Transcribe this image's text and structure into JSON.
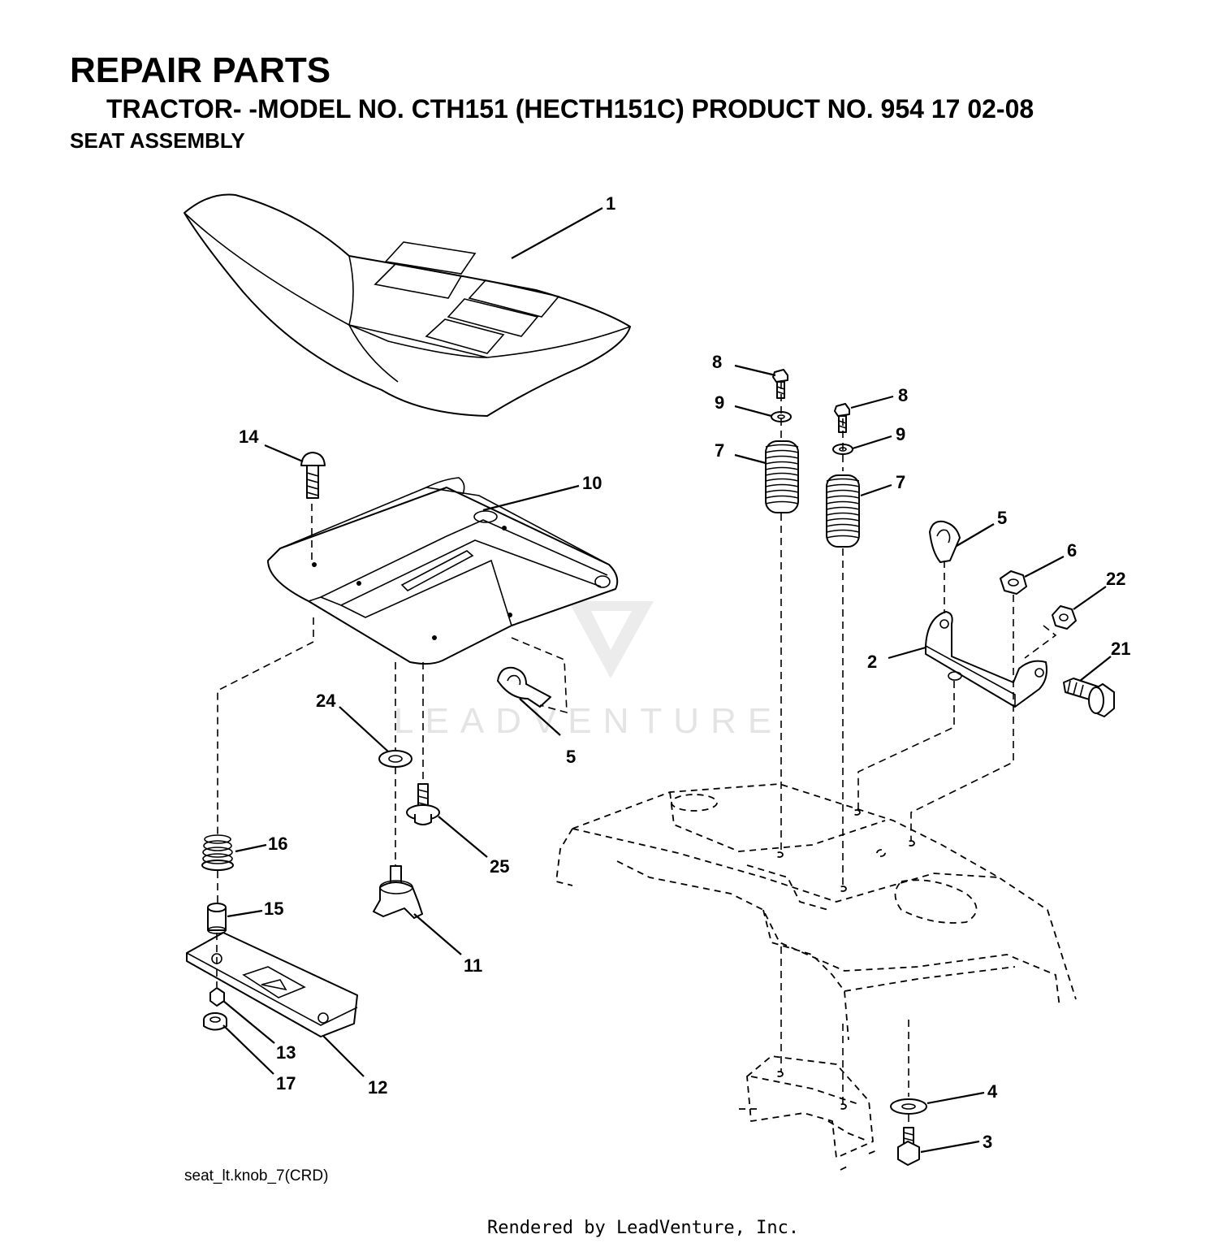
{
  "header": {
    "title": "REPAIR PARTS",
    "subtitle": "TRACTOR- -MODEL NO. CTH151 (HECTH151C) PRODUCT NO. 954 17 02-08",
    "section": "SEAT ASSEMBLY"
  },
  "watermark": "LEADVENTURE",
  "callouts": {
    "seat": "1",
    "seat_bracket": "2",
    "bolt_bottom": "3",
    "washer_bottom": "4",
    "clip_right": "5",
    "nut_right": "6",
    "spring_left": "7",
    "spring_right": "7",
    "bolt_left": "8",
    "bolt_right": "8",
    "washer_left": "9",
    "washer_right": "9",
    "seat_pan": "10",
    "knob": "11",
    "slide_plate": "12",
    "nut_slide": "13",
    "carriage_bolt": "14",
    "spacer": "15",
    "spring_small": "16",
    "washer_slide": "17",
    "shoulder_bolt": "21",
    "nut_flange": "22",
    "washer_pan": "24",
    "screw_pan": "25",
    "clip_left": "5"
  },
  "footer": {
    "drawing_id": "seat_lt.knob_7(CRD)",
    "rendered_by": "Rendered by LeadVenture, Inc."
  }
}
